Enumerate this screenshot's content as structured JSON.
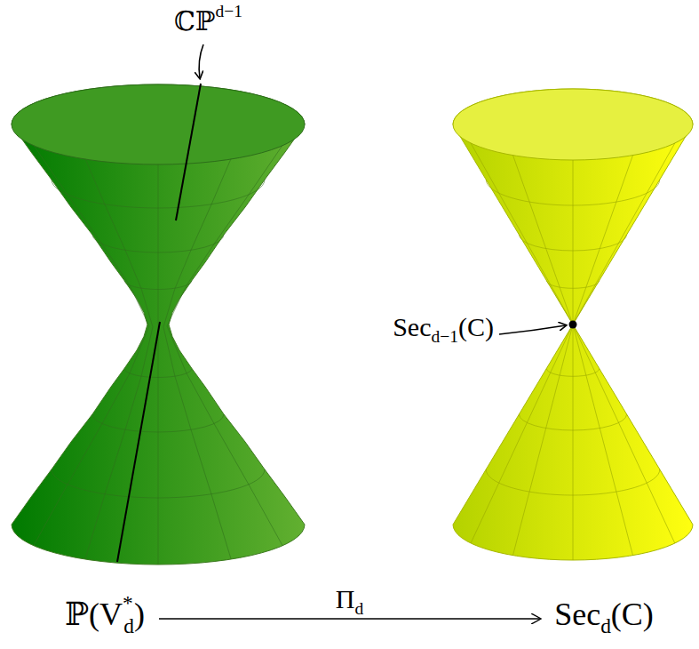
{
  "diagram": {
    "nodes": [
      {
        "text": [
          "ℙ(V*d)"
        ]
      },
      {
        "text": [
          "Secd(C)"
        ]
      }
    ],
    "edges": [
      {
        "from": 0,
        "to": 1,
        "label": "Πd",
        "arrow": "to"
      }
    ],
    "labels": [
      "ℂℙd−1",
      "Secd−1(C)"
    ]
  }
}
